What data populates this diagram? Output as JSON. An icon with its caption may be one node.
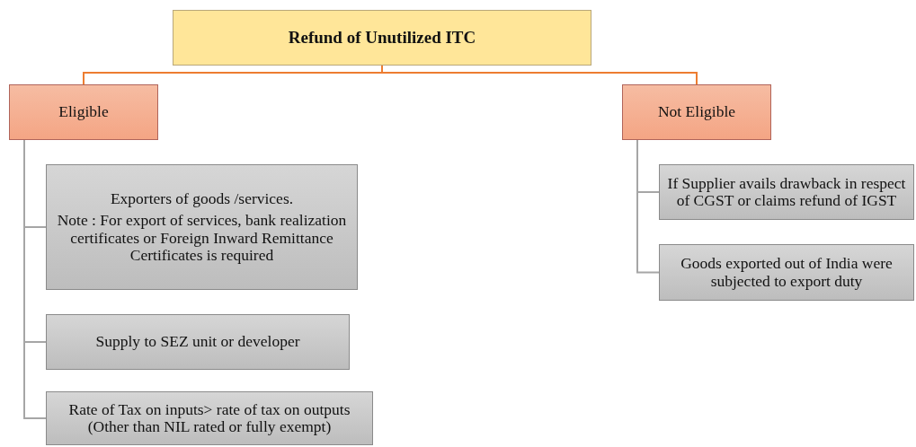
{
  "diagram": {
    "nodes": [
      {
        "text": [
          "Refund of Unutilized ITC"
        ]
      },
      {
        "text": [
          "Eligible"
        ]
      },
      {
        "text": [
          "Not Eligible"
        ]
      },
      {
        "text": [
          "Exporters of goods /services.",
          "Note : For export of services, bank realization certificates or Foreign Inward Remittance Certificates is required"
        ]
      },
      {
        "text": [
          "Supply to SEZ  unit or developer"
        ]
      },
      {
        "text": [
          "Rate of Tax on inputs> rate of tax on outputs (Other than NIL rated or fully exempt)"
        ]
      },
      {
        "text": [
          "If Supplier avails drawback in respect of CGST or claims refund of IGST"
        ]
      },
      {
        "text": [
          "Goods exported out of India were subjected to export duty"
        ]
      }
    ],
    "edges": [
      {
        "from": 0,
        "to": 1,
        "arrow": "none",
        "color": "#ed7d31"
      },
      {
        "from": 0,
        "to": 2,
        "arrow": "none",
        "color": "#ed7d31"
      },
      {
        "from": 1,
        "to": 3,
        "arrow": "none"
      },
      {
        "from": 1,
        "to": 4,
        "arrow": "none"
      },
      {
        "from": 1,
        "to": 5,
        "arrow": "none"
      },
      {
        "from": 2,
        "to": 6,
        "arrow": "none"
      },
      {
        "from": 2,
        "to": 7,
        "arrow": "none"
      }
    ]
  }
}
